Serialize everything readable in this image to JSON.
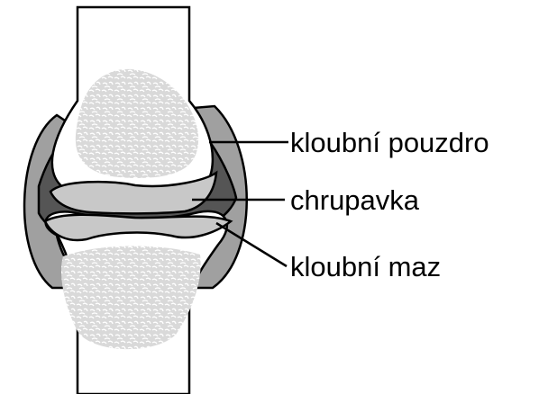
{
  "labels": {
    "capsule": "kloubní pouzdro",
    "cartilage": "chrupavka",
    "synovial_fluid": "kloubní maz"
  },
  "colors": {
    "outline": "#000000",
    "bone": "#ffffff",
    "spongy_bone": "#d9d9d9",
    "cartilage": "#c8c8c8",
    "capsule": "#a0a0a0",
    "synovial_fluid": "#555555"
  }
}
